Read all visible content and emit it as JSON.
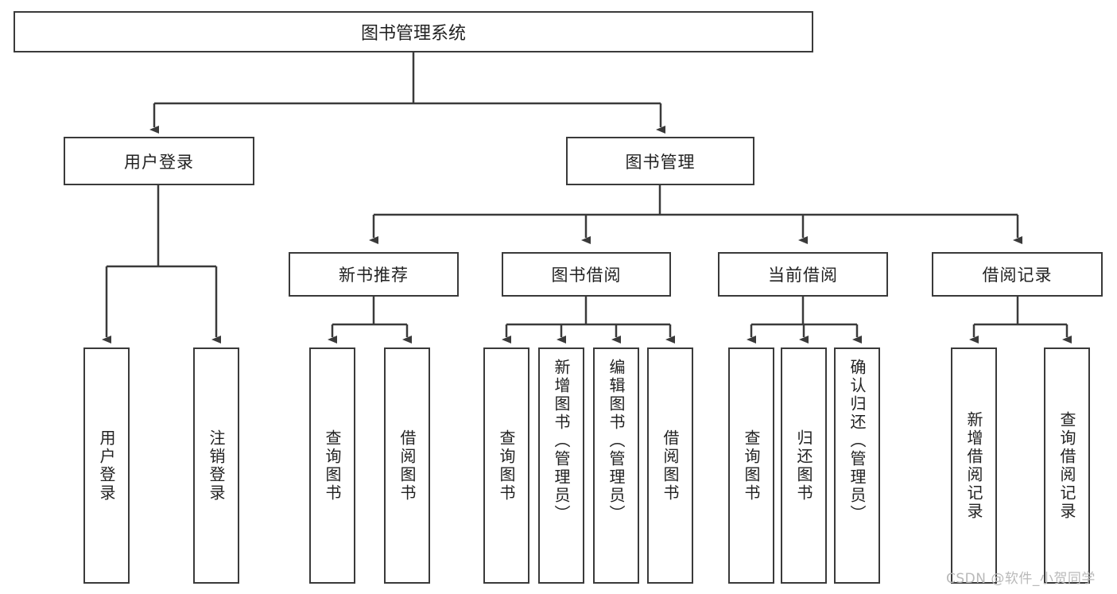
{
  "diagram": {
    "type": "tree-hierarchy",
    "title": "图书管理系统",
    "root": {
      "label": "图书管理系统"
    },
    "level1": [
      {
        "label": "用户登录"
      },
      {
        "label": "图书管理"
      }
    ],
    "level2": [
      {
        "label": "新书推荐"
      },
      {
        "label": "图书借阅"
      },
      {
        "label": "当前借阅"
      },
      {
        "label": "借阅记录"
      }
    ],
    "leaves": {
      "user_login": [
        {
          "label": "用户登录"
        },
        {
          "label": "注销登录"
        }
      ],
      "new_book_recommend": [
        {
          "label": "查询图书"
        },
        {
          "label": "借阅图书"
        }
      ],
      "book_borrow": [
        {
          "label": "查询图书"
        },
        {
          "label": "新增图书（管理员）"
        },
        {
          "label": "编辑图书（管理员）"
        },
        {
          "label": "借阅图书"
        }
      ],
      "current_borrow": [
        {
          "label": "查询图书"
        },
        {
          "label": "归还图书"
        },
        {
          "label": "确认归还（管理员）"
        }
      ],
      "borrow_record": [
        {
          "label": "新增借阅记录"
        },
        {
          "label": "查询借阅记录"
        }
      ]
    },
    "watermark": "CSDN @软件_小贺同学",
    "colors": {
      "stroke": "#3a3a3a",
      "background": "#ffffff",
      "text": "#222222",
      "watermark": "#b9b9b9"
    }
  }
}
